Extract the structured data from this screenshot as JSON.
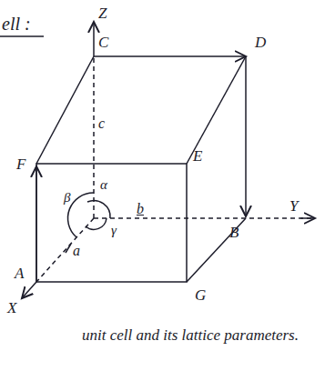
{
  "diagram": {
    "caption": "unit cell and its lattice parameters.",
    "labels": [
      "ell :",
      "Z",
      "C",
      "D",
      "c",
      "F",
      "E",
      "b",
      "Y",
      "B",
      "α",
      "β",
      "γ",
      "a",
      "A",
      "G",
      "X"
    ]
  }
}
